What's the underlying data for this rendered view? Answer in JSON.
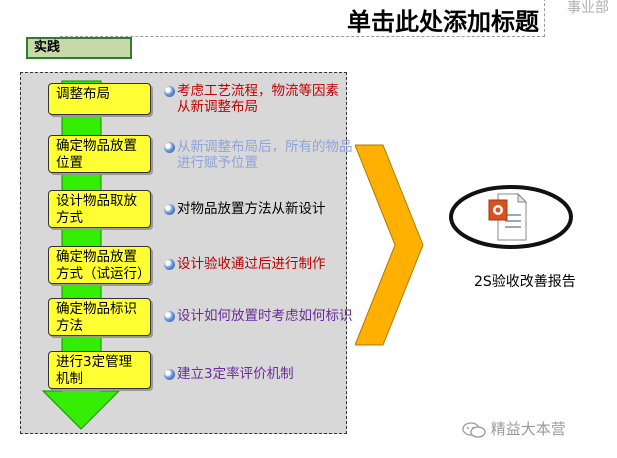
{
  "header": {
    "title": "单击此处添加标题",
    "department": "事业部"
  },
  "section": {
    "label": "实践"
  },
  "steps": [
    {
      "label_line1": "调整布局",
      "label_line2": "",
      "desc_line1": "考虑工艺流程，物流等因素",
      "desc_line2": "从新调整布局",
      "desc_color": "#c00000"
    },
    {
      "label_line1": "确定物品放置",
      "label_line2": "位置",
      "desc_line1": "从新调整布局后，所有的物品",
      "desc_line2": "进行赋予位置",
      "desc_color": "#8ea4d8"
    },
    {
      "label_line1": "设计物品取放",
      "label_line2": "方式",
      "desc_line1": "对物品放置方法从新设计",
      "desc_line2": "",
      "desc_color": "#000000"
    },
    {
      "label_line1": "确定物品放置",
      "label_line2": "方式（试运行）",
      "desc_line1": "设计验收通过后进行制作",
      "desc_line2": "",
      "desc_color": "#c00000"
    },
    {
      "label_line1": "确定物品标识",
      "label_line2": "方法",
      "desc_line1": "设计如何放置时考虑如何标识",
      "desc_line2": "",
      "desc_color": "#6a2c9a"
    },
    {
      "label_line1": "进行3定管理",
      "label_line2": "机制",
      "desc_line1": "建立3定率评价机制",
      "desc_line2": "",
      "desc_color": "#6a2c9a"
    }
  ],
  "result": {
    "caption": "2S验收改善报告",
    "icon": "powerpoint-document-icon"
  },
  "watermark": {
    "text": "精益大本营",
    "icon": "wechat-icon"
  },
  "colors": {
    "step_fill": "#ffff33",
    "flow_arrow": "#33ee00",
    "big_arrow": "#ffb000",
    "panel": "#d8d8d8"
  }
}
